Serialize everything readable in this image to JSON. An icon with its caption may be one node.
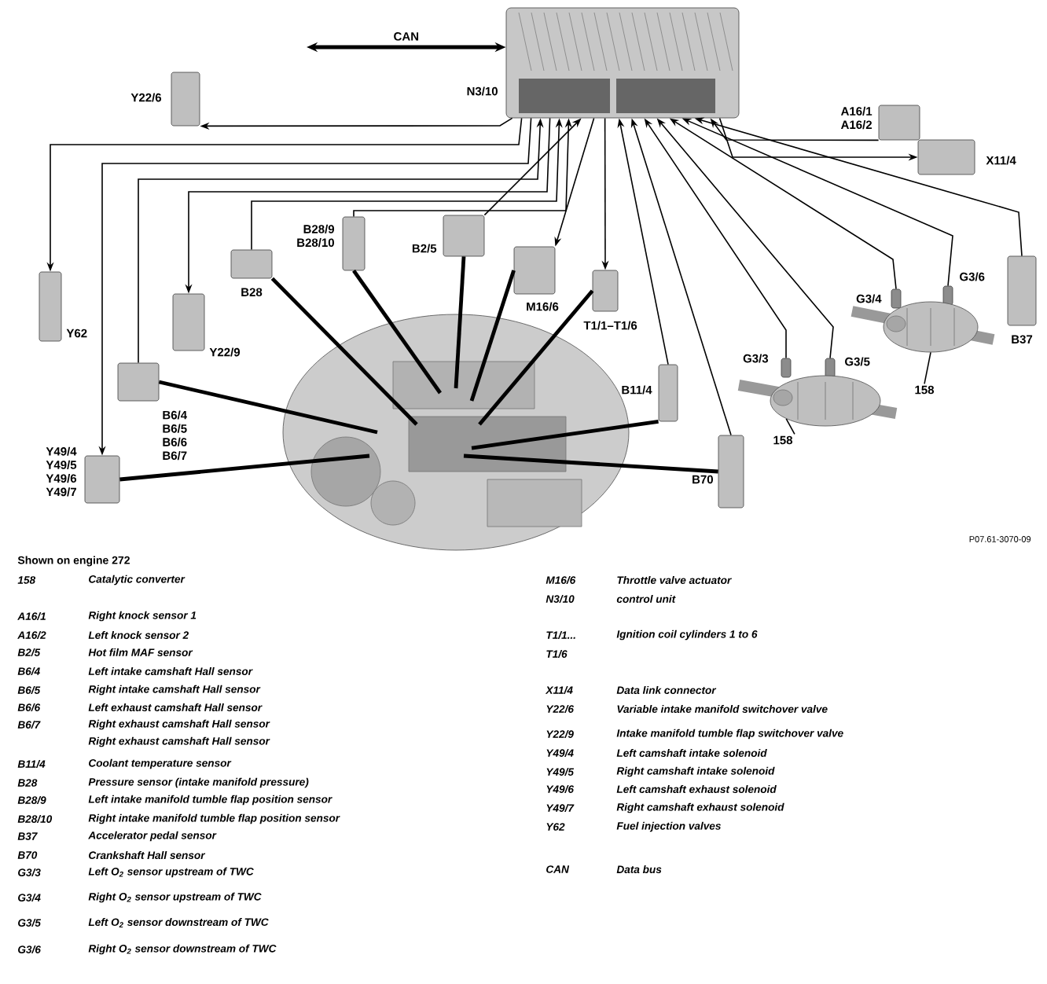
{
  "diagram": {
    "nodes": [
      {
        "text": [
          "N3/10"
        ]
      },
      {
        "text": [
          "Y22/6"
        ]
      },
      {
        "text": [
          "A16/1 A16/2"
        ]
      },
      {
        "text": [
          "X11/4"
        ]
      },
      {
        "text": [
          "Y62"
        ]
      },
      {
        "text": [
          "B28/9 B28/10"
        ]
      },
      {
        "text": [
          "B2/5"
        ]
      },
      {
        "text": [
          "B28"
        ]
      },
      {
        "text": [
          "M16/6"
        ]
      },
      {
        "text": [
          "Y22/9"
        ]
      },
      {
        "text": [
          "T1/1–T1/6"
        ]
      },
      {
        "text": [
          "B37"
        ]
      },
      {
        "text": [
          "G3/4"
        ]
      },
      {
        "text": [
          "G3/6"
        ]
      },
      {
        "text": [
          "B6/4 B6/5 B6/6 B6/7"
        ]
      },
      {
        "text": [
          "G3/3"
        ]
      },
      {
        "text": [
          "G3/5"
        ]
      },
      {
        "text": [
          "B11/4"
        ]
      },
      {
        "text": [
          "Y49/4 Y49/5 Y49/6 Y49/7"
        ]
      },
      {
        "text": [
          "B70"
        ]
      },
      {
        "text": [],
        "shape": "picture"
      },
      {
        "text": [],
        "shape": "picture"
      },
      {
        "text": [],
        "shape": "picture"
      },
      {
        "text": [
          "158"
        ]
      },
      {
        "text": [
          "158"
        ]
      }
    ],
    "edges": [
      {
        "from": null,
        "to": 0,
        "arrow": "both",
        "label": "CAN",
        "style": "thick"
      },
      {
        "from": 0,
        "to": 1,
        "arrow": "to"
      },
      {
        "from": 2,
        "to": 0,
        "arrow": "to"
      },
      {
        "from": 0,
        "to": 3,
        "arrow": "to"
      },
      {
        "from": 0,
        "to": 4,
        "arrow": "to"
      },
      {
        "from": 0,
        "to": 18,
        "arrow": "to"
      },
      {
        "from": 14,
        "to": 0,
        "arrow": "to"
      },
      {
        "from": 0,
        "to": 9,
        "arrow": "to"
      },
      {
        "from": 7,
        "to": 0,
        "arrow": "to"
      },
      {
        "from": 5,
        "to": 0,
        "arrow": "to"
      },
      {
        "from": 6,
        "to": 0,
        "arrow": "to"
      },
      {
        "from": 0,
        "to": 8,
        "arrow": "to"
      },
      {
        "from": 0,
        "to": 10,
        "arrow": "to"
      },
      {
        "from": 17,
        "to": 0,
        "arrow": "to"
      },
      {
        "from": 19,
        "to": 0,
        "arrow": "to"
      },
      {
        "from": 15,
        "to": 0,
        "arrow": "to"
      },
      {
        "from": 16,
        "to": 0,
        "arrow": "to"
      },
      {
        "from": 12,
        "to": 0,
        "arrow": "to"
      },
      {
        "from": 13,
        "to": 0,
        "arrow": "to"
      },
      {
        "from": 11,
        "to": 0,
        "arrow": "to"
      },
      {
        "from": 7,
        "to": 20,
        "arrow": "none",
        "style": "thick"
      },
      {
        "from": 5,
        "to": 20,
        "arrow": "none",
        "style": "thick"
      },
      {
        "from": 6,
        "to": 20,
        "arrow": "none",
        "style": "thick"
      },
      {
        "from": 8,
        "to": 20,
        "arrow": "none",
        "style": "thick"
      },
      {
        "from": 10,
        "to": 20,
        "arrow": "none",
        "style": "thick"
      },
      {
        "from": 17,
        "to": 20,
        "arrow": "none",
        "style": "thick"
      },
      {
        "from": 19,
        "to": 20,
        "arrow": "none",
        "style": "thick"
      },
      {
        "from": 14,
        "to": 20,
        "arrow": "none",
        "style": "thick"
      },
      {
        "from": 18,
        "to": 20,
        "arrow": "none",
        "style": "thick"
      },
      {
        "from": 23,
        "to": 21,
        "arrow": "none"
      },
      {
        "from": 24,
        "to": 22,
        "arrow": "none"
      }
    ],
    "labels": [
      "P07.61-3070-09",
      "Shown on engine 272",
      "158",
      "Catalytic converter",
      "A16/1",
      "Right knock sensor 1",
      "A16/2",
      "Left knock sensor 2",
      "B2/5",
      "Hot film MAF sensor",
      "B6/4",
      "Left intake camshaft Hall sensor",
      "B6/5",
      "Right intake camshaft Hall sensor",
      "B6/6",
      "Left exhaust camshaft Hall sensor",
      "B6/7",
      "Right exhaust camshaft Hall sensor",
      "Right exhaust camshaft Hall sensor",
      "B11/4",
      "Coolant temperature sensor",
      "B28",
      "Pressure sensor (intake manifold pressure)",
      "B28/9",
      "Left intake manifold tumble flap position sensor",
      "B28/10",
      "Right intake manifold tumble flap position sensor",
      "B37",
      "Accelerator pedal sensor",
      "B70",
      "Crankshaft Hall sensor",
      "G3/3",
      "Left O$_{2}$ sensor upstream of TWC",
      "G3/4",
      "Right O$_{2}$ sensor upstream of TWC",
      "G3/5",
      "Left O$_{2}$ sensor downstream of TWC",
      "G3/6",
      "Right O$_{2}$ sensor downstream of TWC",
      "M16/6",
      "Throttle valve actuator",
      "N3/10",
      "control unit",
      "T1/1...",
      "Ignition coil cylinders 1 to 6",
      "T1/6",
      "X11/4",
      "Data link connector",
      "Y22/6",
      "Variable intake manifold switchover valve",
      "Y22/9",
      "Intake manifold tumble flap switchover valve",
      "Y49/4",
      "Left camshaft intake solenoid",
      "Y49/5",
      "Right camshaft intake solenoid",
      "Y49/6",
      "Left camshaft exhaust solenoid",
      "Y49/7",
      "Right camshaft exhaust solenoid",
      "Y62",
      "Fuel injection valves",
      "CAN",
      "Data bus"
    ]
  }
}
